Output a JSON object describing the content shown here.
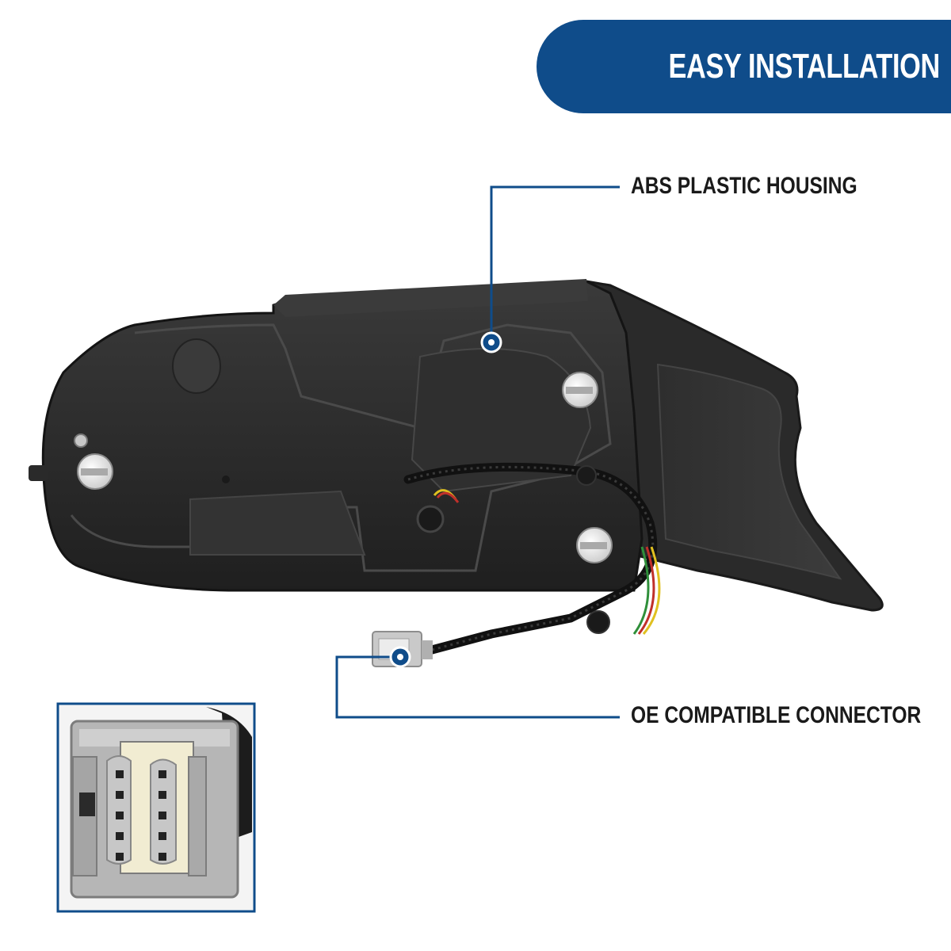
{
  "banner": {
    "title": "EASY INSTALLATION"
  },
  "callouts": [
    {
      "id": "abs",
      "label": "ABS PLASTIC HOUSING"
    },
    {
      "id": "oe",
      "label": "OE COMPATIBLE CONNECTOR"
    }
  ],
  "colors": {
    "brand_blue": "#0f4c8a",
    "housing": "#2b2b2b",
    "connector": "#b9b9b9"
  }
}
